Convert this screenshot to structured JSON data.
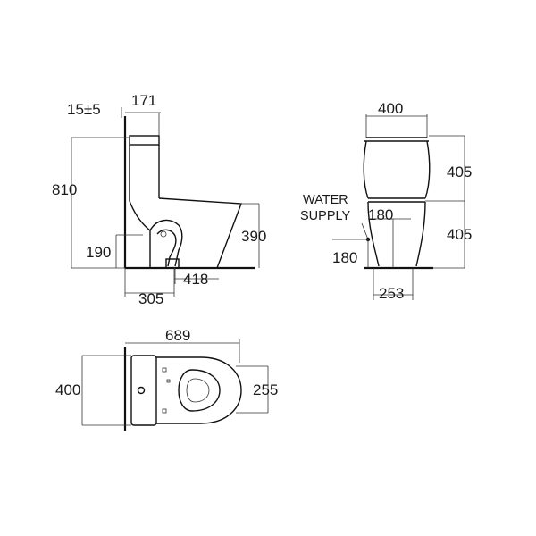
{
  "side_view": {
    "gap": "15±5",
    "top_offset": "171",
    "total_height": "810",
    "outlet_height": "190",
    "seat_height": "390",
    "outlet_distance": "418",
    "rough_in": "305"
  },
  "front_view": {
    "width": "400",
    "tank_height": "405",
    "bowl_height": "405",
    "water_supply_label_1": "WATER",
    "water_supply_label_2": "SUPPLY",
    "supply_offset": "180",
    "supply_height": "180",
    "base_width": "253"
  },
  "top_view": {
    "length": "689",
    "width": "400",
    "rim_width": "255"
  }
}
